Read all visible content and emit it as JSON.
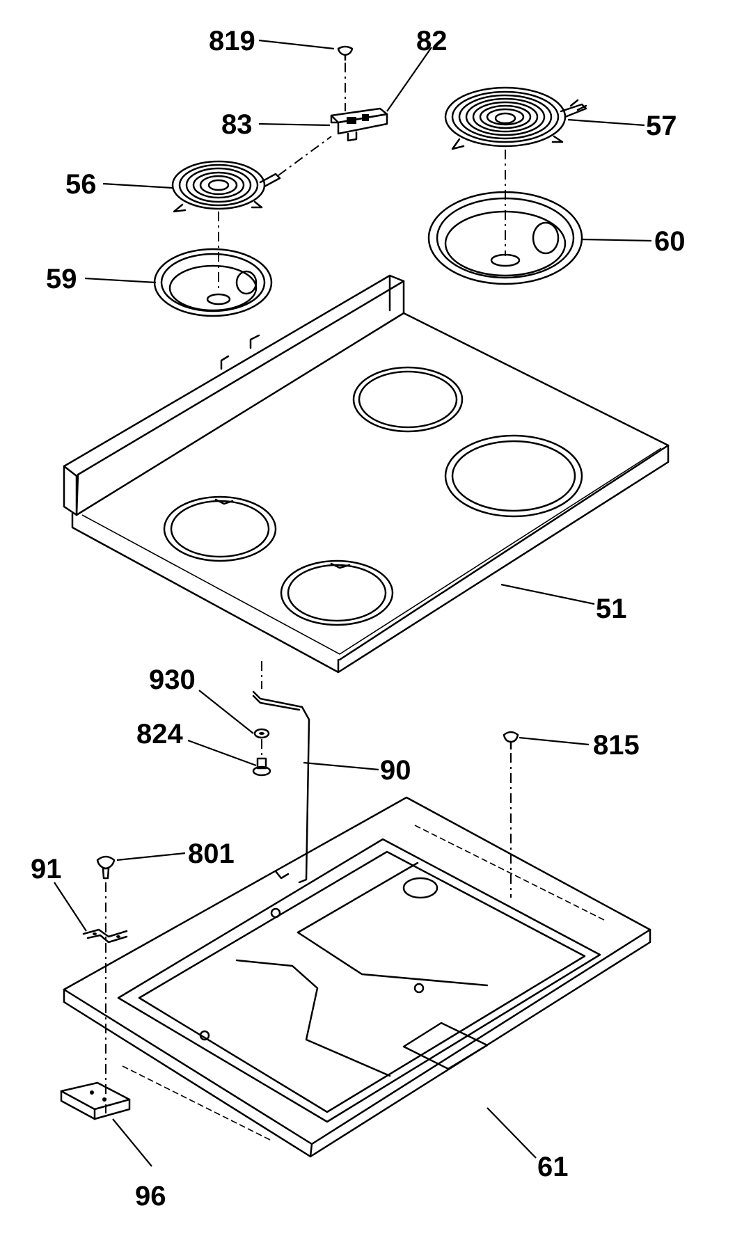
{
  "diagram": {
    "part_labels": {
      "p819": "819",
      "p82": "82",
      "p83": "83",
      "p57": "57",
      "p56": "56",
      "p60": "60",
      "p59": "59",
      "p51": "51",
      "p930": "930",
      "p824": "824",
      "p90": "90",
      "p815": "815",
      "p801": "801",
      "p91": "91",
      "p61": "61",
      "p96": "96"
    }
  }
}
